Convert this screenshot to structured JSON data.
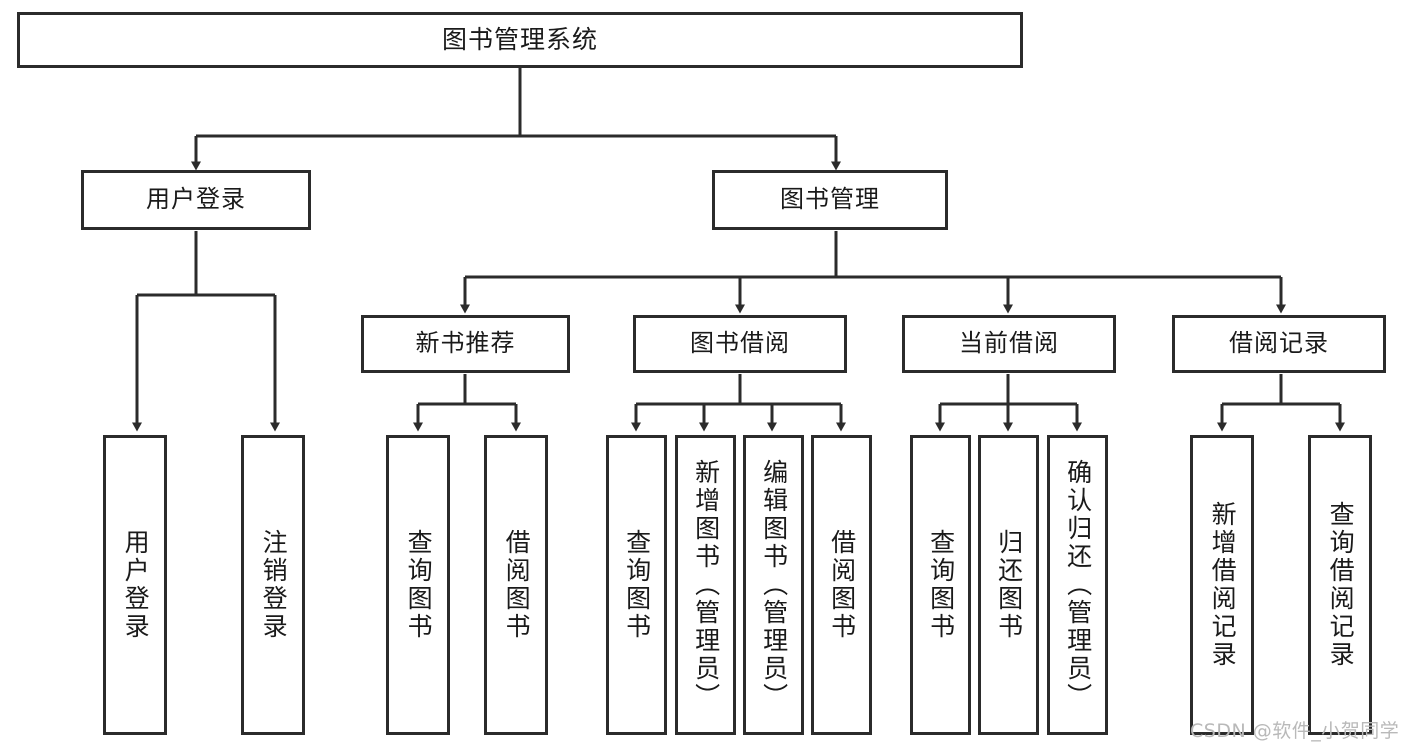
{
  "diagram": {
    "title": "图书管理系统",
    "watermark": "CSDN @软件_小贺同学",
    "colors": {
      "background": "#ffffff",
      "border": "#2b2b2b",
      "text": "#1a1a1a",
      "watermark": "#b9b9b9"
    },
    "root": {
      "label": "图书管理系统"
    },
    "level1": [
      {
        "label": "用户登录"
      },
      {
        "label": "图书管理"
      }
    ],
    "level2": [
      {
        "label": "新书推荐"
      },
      {
        "label": "图书借阅"
      },
      {
        "label": "当前借阅"
      },
      {
        "label": "借阅记录"
      }
    ],
    "leaves": {
      "user_login": [
        {
          "label": "用户登录"
        },
        {
          "label": "注销登录"
        }
      ],
      "new_book": [
        {
          "label": "查询图书"
        },
        {
          "label": "借阅图书"
        }
      ],
      "borrow_book": [
        {
          "label": "查询图书"
        },
        {
          "label": "新增图书（管理员）"
        },
        {
          "label": "编辑图书（管理员）"
        },
        {
          "label": "借阅图书"
        }
      ],
      "current_borrow": [
        {
          "label": "查询图书"
        },
        {
          "label": "归还图书"
        },
        {
          "label": "确认归还（管理员）"
        }
      ],
      "borrow_record": [
        {
          "label": "新增借阅记录"
        },
        {
          "label": "查询借阅记录"
        }
      ]
    }
  }
}
